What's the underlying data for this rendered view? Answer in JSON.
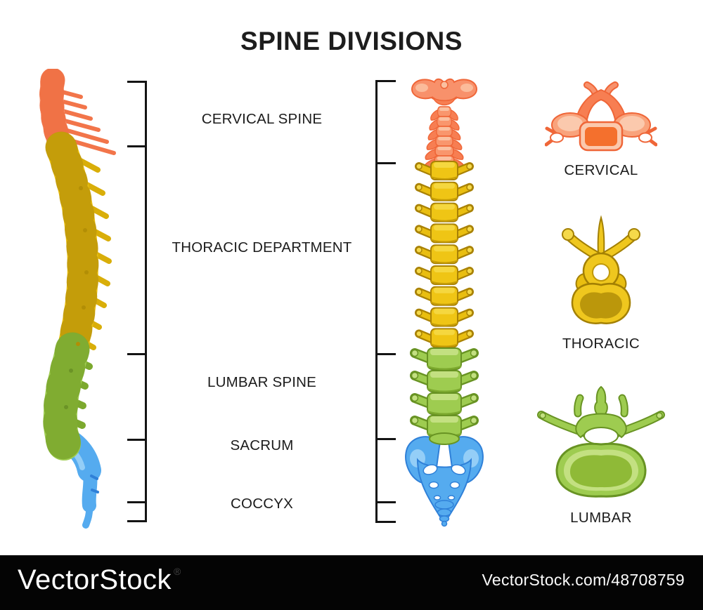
{
  "title": "SPINE DIVISIONS",
  "divisions": [
    {
      "label": "CERVICAL SPINE"
    },
    {
      "label": "THORACIC DEPARTMENT"
    },
    {
      "label": "LUMBAR SPINE"
    },
    {
      "label": "SACRUM"
    },
    {
      "label": "COCCYX"
    }
  ],
  "vertebrae": [
    {
      "label": "CERVICAL",
      "color": "#F8916B"
    },
    {
      "label": "THORACIC",
      "color": "#EFC71E"
    },
    {
      "label": "LUMBAR",
      "color": "#9ECC50"
    }
  ],
  "colors": {
    "cervical": "#F8916B",
    "cervical_mid": "#F77E52",
    "cervical_dark": "#EF6638",
    "cervical_light": "#FBC4A8",
    "cervical_deep": "#F4702D",
    "thoracic": "#EFC71E",
    "thoracic_dark": "#C0990A",
    "thoracic_outline": "#A38003",
    "thoracic_light": "#F5D94A",
    "lumbar": "#9ECC50",
    "lumbar_dark": "#7CA92E",
    "lumbar_outline": "#689323",
    "lumbar_light": "#C3E081",
    "sacrum": "#55ABEF",
    "sacrum_dark": "#2F80D8",
    "sacrum_light": "#A0D3F8",
    "line": "#141414"
  },
  "watermark": {
    "brand": "VectorStock",
    "registered": "®",
    "site": "VectorStock.com/48708759"
  }
}
